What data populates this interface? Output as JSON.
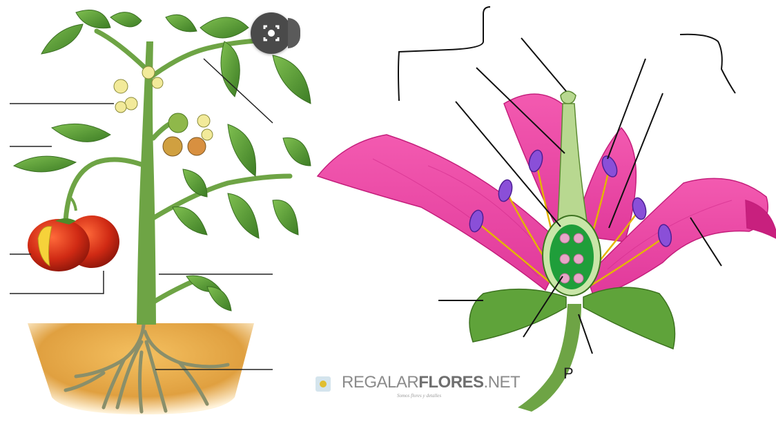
{
  "watermark": {
    "name_light": "REGALAR",
    "name_bold": "FLORES",
    "name_suffix": ".NET",
    "tagline": "Somos flores y detalles"
  },
  "flower_labels": {
    "p": "P"
  },
  "colors": {
    "petal": "#e6409c",
    "petal_dark": "#c41f7c",
    "leaf": "#5a9c3a",
    "stem": "#7fae5a",
    "anther": "#7a3fc8",
    "filament": "#e4b400",
    "ovary": "#1f9e3a",
    "ovule": "#e8a6c8",
    "soil": "#d89a3a",
    "tomato": "#c62a1a",
    "flower_yellow": "#f2ea9a",
    "line": "#222222"
  },
  "icons": {
    "lens": "google-lens-icon",
    "logo": "regalarflores-logo-icon"
  }
}
